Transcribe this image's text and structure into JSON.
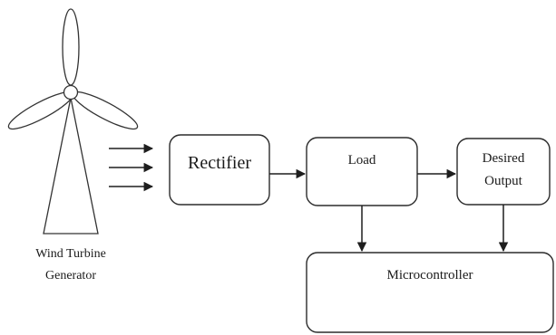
{
  "diagram": {
    "turbine_label": {
      "line1": "Wind Turbine",
      "line2": "Generator"
    },
    "blocks": {
      "rectifier": "Rectifier",
      "load": "Load",
      "desired_output_line1": "Desired",
      "desired_output_line2": "Output",
      "microcontroller": "Microcontroller"
    }
  }
}
